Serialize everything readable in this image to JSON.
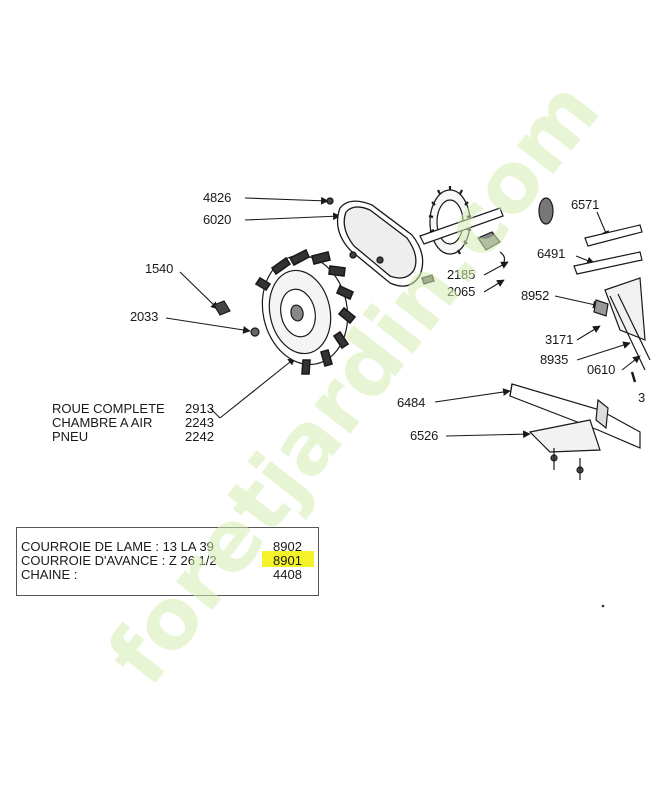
{
  "callouts": {
    "c4826": "4826",
    "c6020": "6020",
    "c1540": "1540",
    "c2033": "2033",
    "c2185": "2185",
    "c2065": "2065",
    "c6571": "6571",
    "c6491": "6491",
    "c8952": "8952",
    "c3171": "3171",
    "c8935": "8935",
    "c0610": "0610",
    "c3": "3",
    "c6484": "6484",
    "c6526": "6526"
  },
  "wheel_specs": [
    {
      "label": "ROUE COMPLETE",
      "code": "2913"
    },
    {
      "label": "CHAMBRE A AIR",
      "code": "2243"
    },
    {
      "label": "PNEU",
      "code": "2242"
    }
  ],
  "legend": [
    {
      "label": "COURROIE DE LAME : 13 LA 39",
      "code": "8902"
    },
    {
      "label": "COURROIE D'AVANCE : Z 26 1/2",
      "code": "8901"
    },
    {
      "label": "CHAINE :",
      "code": "4408"
    }
  ],
  "colors": {
    "ink": "#1a1a1a",
    "highlight": "#f4f32a",
    "watermark_green": "#d6ecb0",
    "watermark_accent": "#f3d9a6"
  },
  "watermark": {
    "text": "foretjardin.com"
  }
}
